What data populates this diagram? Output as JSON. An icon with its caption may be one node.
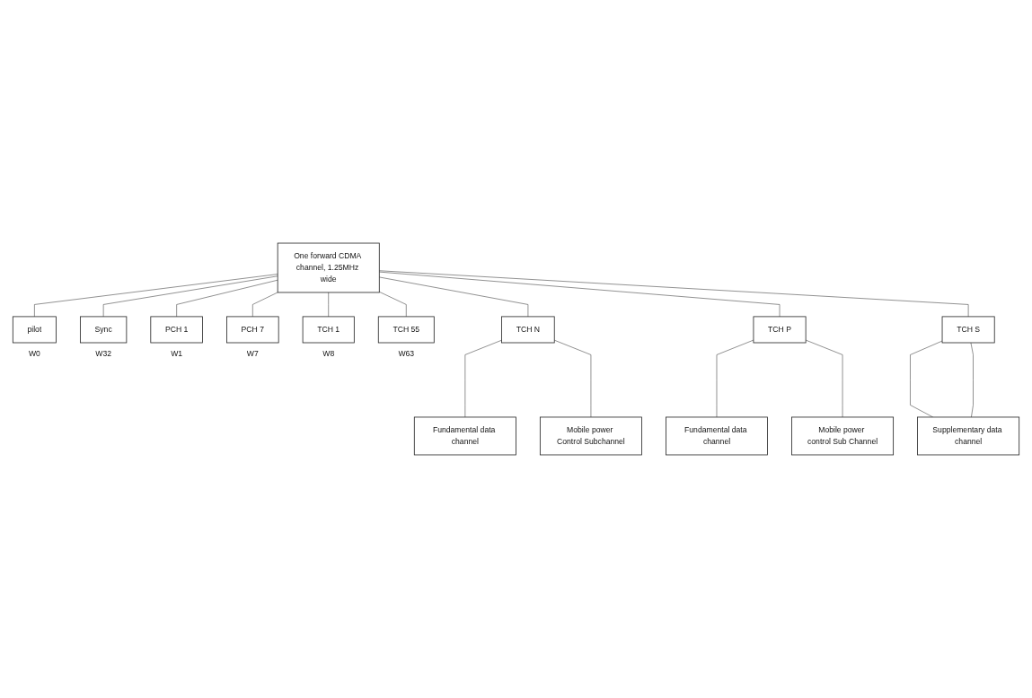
{
  "diagram": {
    "nodes": [
      {
        "text": [
          "One forward CDMA channel, 1.25MHz wide"
        ]
      },
      {
        "text": [
          "pilot"
        ],
        "beside": [
          "W0"
        ]
      },
      {
        "text": [
          "Sync"
        ],
        "beside": [
          "W32"
        ]
      },
      {
        "text": [
          "PCH 1"
        ],
        "beside": [
          "W1"
        ]
      },
      {
        "text": [
          "PCH 7"
        ],
        "beside": [
          "W7"
        ]
      },
      {
        "text": [
          "TCH 1"
        ],
        "beside": [
          "W8"
        ]
      },
      {
        "text": [
          "TCH N"
        ]
      },
      {
        "text": [
          "TCH P"
        ]
      },
      {
        "text": [
          "TCH S"
        ]
      },
      {
        "text": [
          "TCH 55"
        ],
        "beside": [
          "W63"
        ]
      },
      {
        "text": [
          "Fundamental data channel"
        ]
      },
      {
        "text": [
          "Mobile power Control Subchannel"
        ]
      },
      {
        "text": [
          "Fundamental data channel"
        ]
      },
      {
        "text": [
          "Mobile power control Sub Channel"
        ]
      },
      {
        "text": [
          "Supplementary data channel"
        ]
      }
    ],
    "edges": [
      {
        "from": 0,
        "to": 1,
        "arrow": "none"
      },
      {
        "from": 0,
        "to": 2,
        "arrow": "none"
      },
      {
        "from": 0,
        "to": 3,
        "arrow": "none"
      },
      {
        "from": 0,
        "to": 4,
        "arrow": "none"
      },
      {
        "from": 0,
        "to": 5,
        "arrow": "none"
      },
      {
        "from": 0,
        "to": 6,
        "arrow": "none"
      },
      {
        "from": 0,
        "to": 7,
        "arrow": "none"
      },
      {
        "from": 0,
        "to": 8,
        "arrow": "none"
      },
      {
        "from": 0,
        "to": 9,
        "arrow": "none"
      },
      {
        "from": 6,
        "to": 10,
        "arrow": "none"
      },
      {
        "from": 6,
        "to": 11,
        "arrow": "none"
      },
      {
        "from": 7,
        "to": 12,
        "arrow": "none"
      },
      {
        "from": 7,
        "to": 13,
        "arrow": "none"
      },
      {
        "from": 8,
        "to": 14,
        "arrow": "none"
      },
      {
        "from": 8,
        "to": 14,
        "arrow": "none"
      }
    ]
  }
}
